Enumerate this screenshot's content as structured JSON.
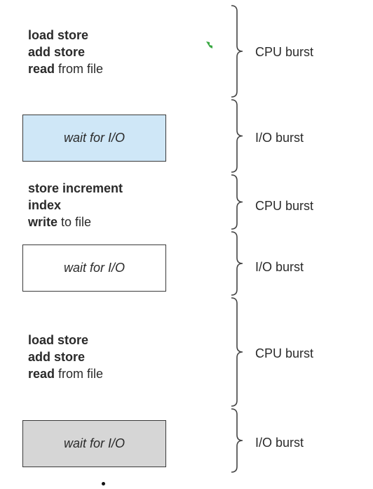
{
  "blocks": [
    {
      "type": "cpu",
      "lines": [
        {
          "bold": "load store",
          "rest": ""
        },
        {
          "bold": "add store",
          "rest": ""
        },
        {
          "bold": "read",
          "rest": " from file"
        }
      ],
      "label": "CPU burst"
    },
    {
      "type": "io",
      "box_text": "wait for I/O",
      "box_color": "#cfe7f7",
      "label": "I/O burst"
    },
    {
      "type": "cpu",
      "lines": [
        {
          "bold": "store increment",
          "rest": ""
        },
        {
          "bold": "index",
          "rest": ""
        },
        {
          "bold": "write",
          "rest": " to file"
        }
      ],
      "label": "CPU burst"
    },
    {
      "type": "io",
      "box_text": "wait for I/O",
      "box_color": "#ffffff",
      "label": "I/O burst"
    },
    {
      "type": "cpu",
      "lines": [
        {
          "bold": "load store",
          "rest": ""
        },
        {
          "bold": "add store",
          "rest": ""
        },
        {
          "bold": "read",
          "rest": " from file"
        }
      ],
      "label": "CPU burst"
    },
    {
      "type": "io",
      "box_text": "wait for I/O",
      "box_color": "#d6d6d6",
      "label": "I/O burst"
    }
  ],
  "colors": {
    "cursor": "#3aa843",
    "brace": "#444444"
  }
}
